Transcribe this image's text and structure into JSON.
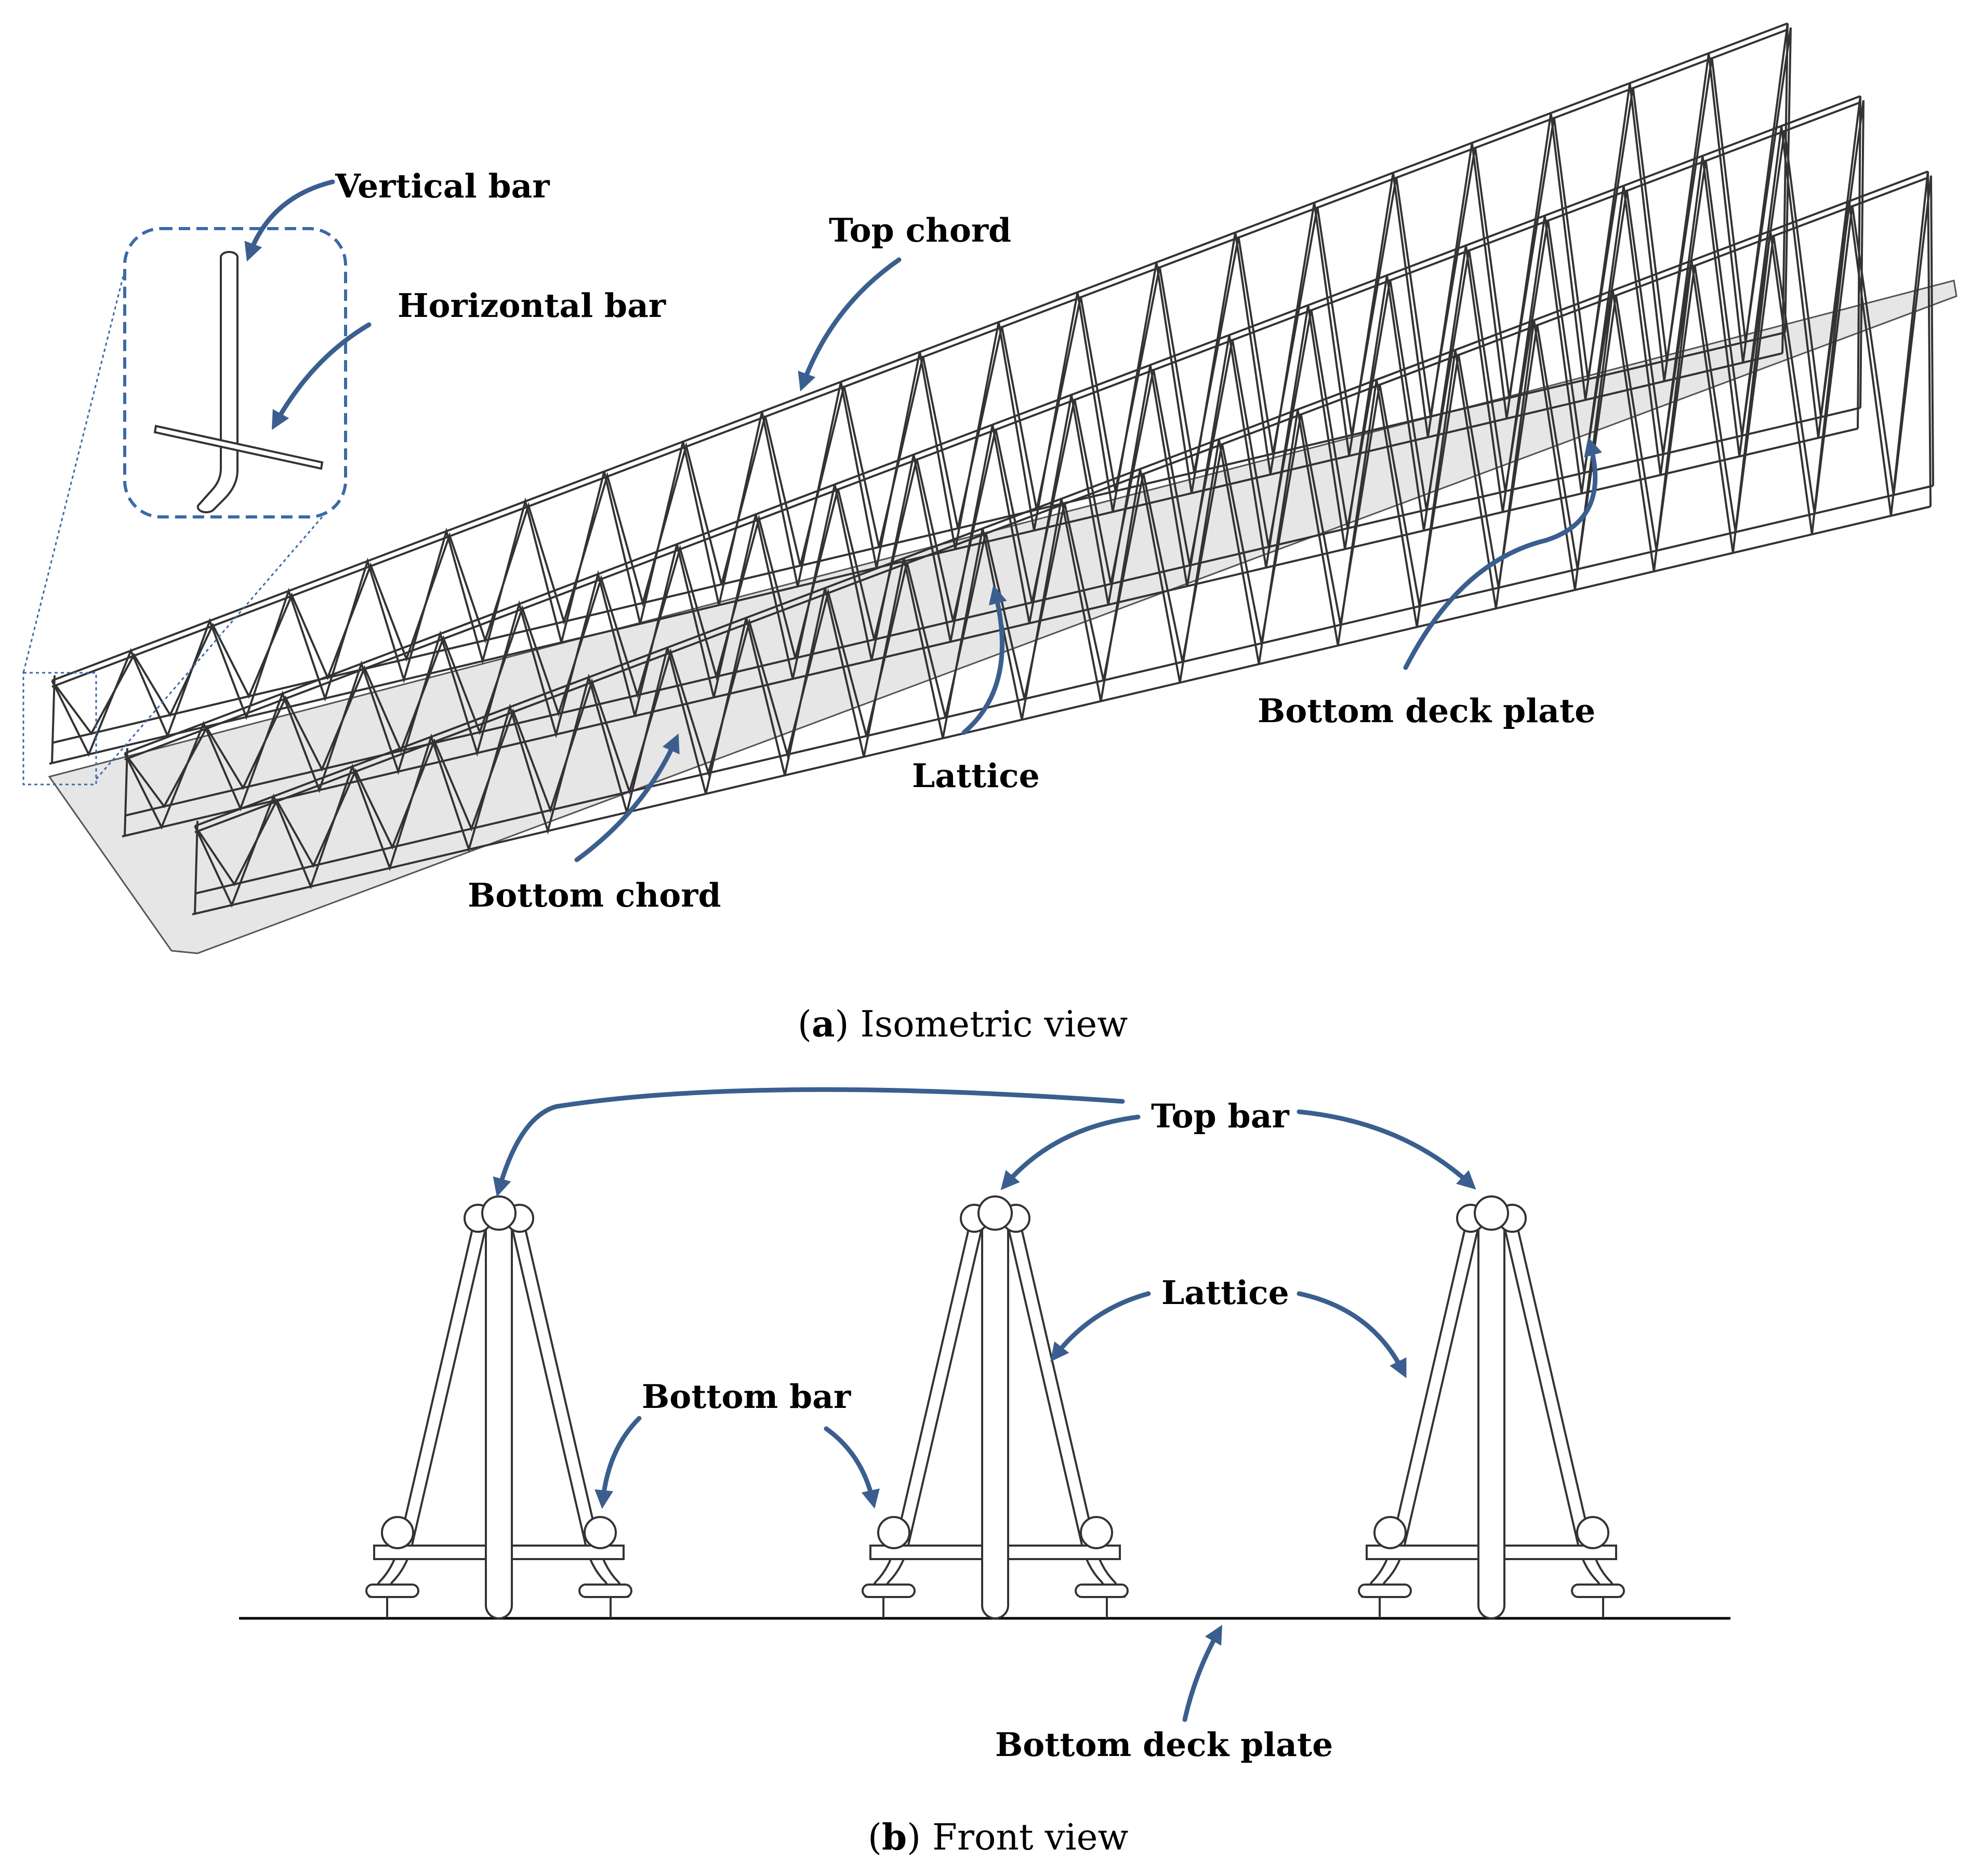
{
  "panel_a": {
    "labels": {
      "vertical_bar": "Vertical bar",
      "horizontal_bar": "Horizontal bar",
      "top_chord": "Top chord",
      "lattice": "Lattice",
      "bottom_chord": "Bottom chord",
      "bottom_deck_plate": "Bottom deck plate"
    },
    "caption_letter": "a",
    "caption_text": " Isometric view"
  },
  "panel_b": {
    "labels": {
      "top_bar": "Top bar",
      "lattice": "Lattice",
      "bottom_bar": "Bottom bar",
      "bottom_deck_plate": "Bottom deck plate"
    },
    "caption_letter": "b",
    "caption_text": " Front view"
  },
  "colors": {
    "arrow": "#3a5f8f",
    "inset_border": "#3a6aa8",
    "deck": "#e6e6e6",
    "outline": "#333333"
  }
}
